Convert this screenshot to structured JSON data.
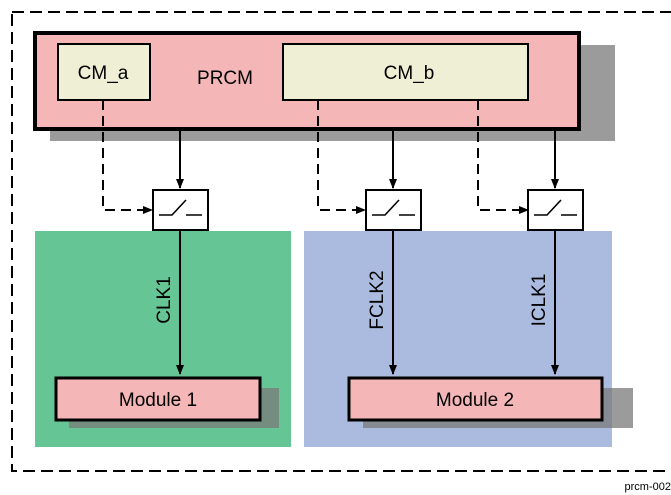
{
  "prcm": {
    "label": "PRCM"
  },
  "cm_a": {
    "label": "CM_a"
  },
  "cm_b": {
    "label": "CM_b"
  },
  "module1": {
    "label": "Module 1"
  },
  "module2": {
    "label": "Module 2"
  },
  "signals": {
    "clk1": "CLK1",
    "fclk2": "FCLK2",
    "iclk1": "ICLK1"
  },
  "figure_id": "prcm-002",
  "colors": {
    "prcm_fill": "#f4b6b6",
    "cm_fill": "#efefd5",
    "domain1_fill": "#66c595",
    "domain2_fill": "#abbbe0",
    "module_fill": "#f4b6b6",
    "shadow": "#7a7a7a"
  },
  "icons": {
    "clock_gate": "switch-symbol"
  }
}
